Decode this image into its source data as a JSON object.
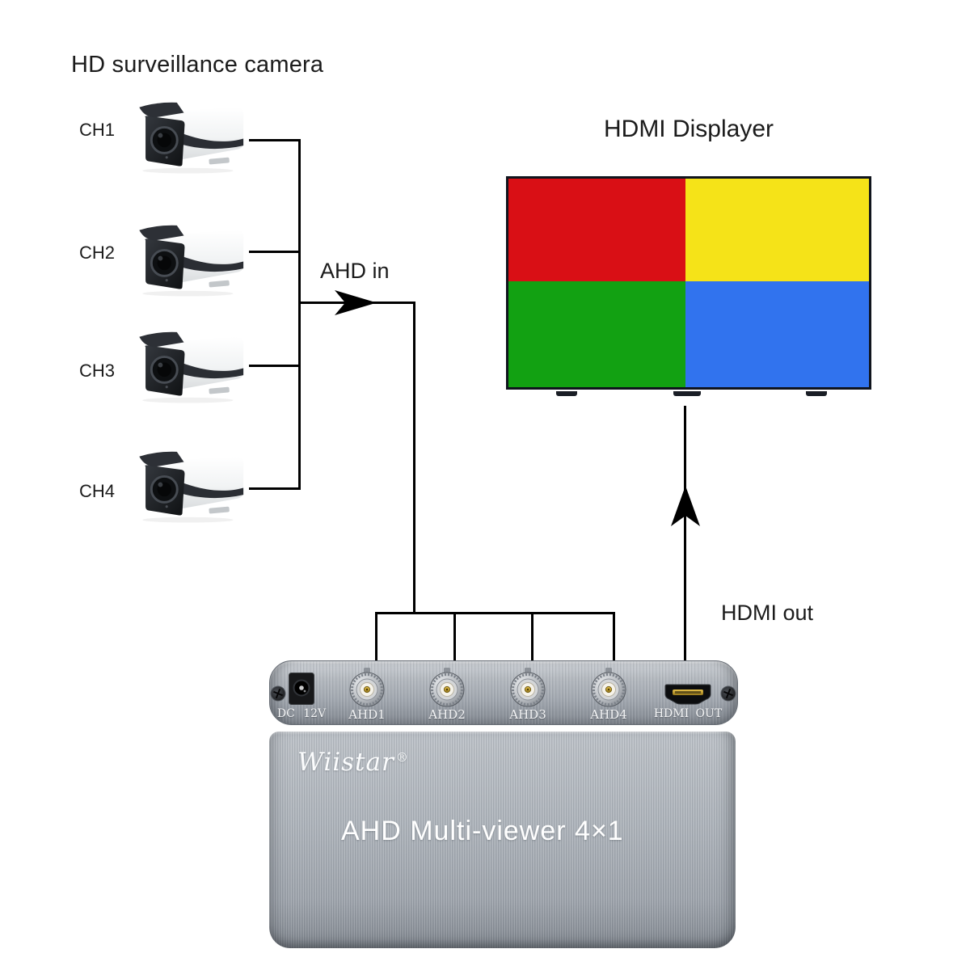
{
  "page": {
    "title": "HD surveillance camera"
  },
  "cameras": [
    {
      "label": "CH1"
    },
    {
      "label": "CH2"
    },
    {
      "label": "CH3"
    },
    {
      "label": "CH4"
    }
  ],
  "flow": {
    "ahd_in_label": "AHD in",
    "hdmi_out_label": "HDMI out"
  },
  "display": {
    "title": "HDMI Displayer",
    "quadrants": [
      {
        "name": "top-left",
        "color": "#d90f15"
      },
      {
        "name": "top-right",
        "color": "#f5e318"
      },
      {
        "name": "bottom-left",
        "color": "#12a112"
      },
      {
        "name": "bottom-right",
        "color": "#3173ee"
      }
    ]
  },
  "device": {
    "brand": "Wiistar",
    "trademark": "®",
    "model": "AHD Multi-viewer 4×1",
    "ports": [
      {
        "type": "dc-jack",
        "label": "DC 12V"
      },
      {
        "type": "bnc",
        "label": "AHD1"
      },
      {
        "type": "bnc",
        "label": "AHD2"
      },
      {
        "type": "bnc",
        "label": "AHD3"
      },
      {
        "type": "bnc",
        "label": "AHD4"
      },
      {
        "type": "hdmi",
        "label": "HDMI OUT"
      }
    ]
  }
}
